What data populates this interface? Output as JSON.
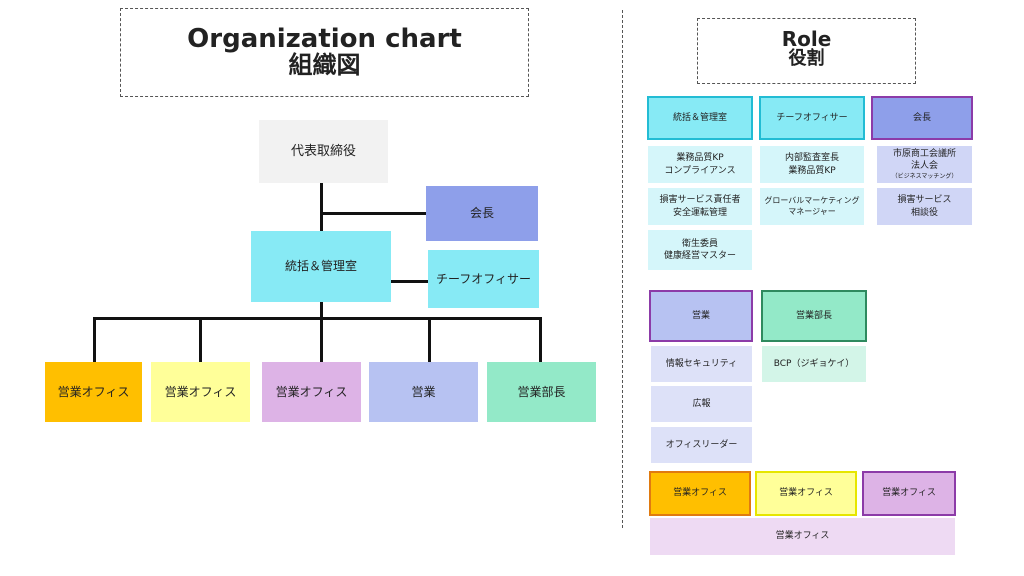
{
  "left_title": {
    "en": "Organization  chart",
    "ja": "組織図"
  },
  "right_title": {
    "en": "Role",
    "ja": "役割"
  },
  "org": {
    "ceo": "代表取締役",
    "chairman": "会長",
    "mgmt": "統括＆管理室",
    "chief_officer": "チーフオフィサー",
    "leaves": [
      "営業オフィス",
      "営業オフィス",
      "営業オフィス",
      "営業",
      "営業部長"
    ]
  },
  "roles": {
    "mgmt_header": "統括＆管理室",
    "mgmt_items": [
      "業務品質KP\nコンプライアンス",
      "損害サービス責任者\n安全運転管理",
      "衛生委員\n健康経営マスター"
    ],
    "chief_header": "チーフオフィサー",
    "chief_items": [
      "内部監査室長\n業務品質KP",
      "グローバルマーケティング\nマネージャー"
    ],
    "chairman_header": "会長",
    "chairman_item1_main": "市原商工会議所\n法人会",
    "chairman_item1_sub": "（ビジネスマッチング）",
    "chairman_item2": "損害サービス\n相談役",
    "sales_header": "営業",
    "sales_items": [
      "情報セキュリティ",
      "広報",
      "オフィスリーダー"
    ],
    "manager_header": "営業部長",
    "manager_items": [
      "BCP（ジギョケイ）"
    ],
    "office_headers": [
      "営業オフィス",
      "営業オフィス",
      "営業オフィス"
    ],
    "office_footer": "営業オフィス"
  },
  "colors": {
    "orange": "#FFBF00",
    "yellow": "#FFFF99",
    "violet": "#DDB3E6",
    "lavender": "#B7C2F2",
    "mint": "#93E9C8",
    "cyan": "#87EAF5",
    "blue": "#8E9FEA",
    "ceo_gray": "#F2F2F2"
  }
}
